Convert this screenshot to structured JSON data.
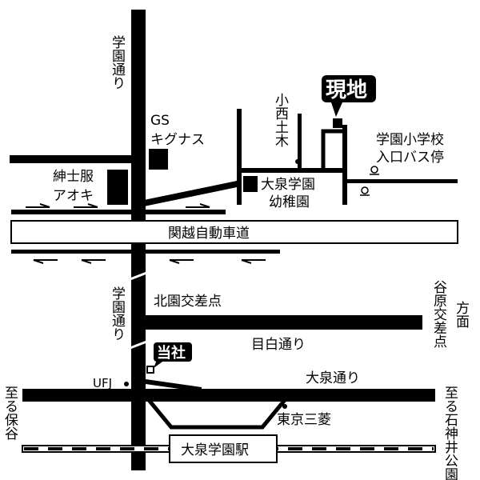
{
  "labels": {
    "gakuen_dori_top": "学園通り",
    "gakuen_dori_mid": "学園通り",
    "gs_line1": "GS",
    "gs_line2": "キグナス",
    "shinshifuku_line1": "紳士服",
    "shinshifuku_line2": "アオキ",
    "konishi_doboku": "小西土木",
    "genchi": "現地",
    "school_bus_line1": "学園小学校",
    "school_bus_line2": "入口バス停",
    "kindergarten_line1": "大泉学園",
    "kindergarten_line2": "幼稚園",
    "expressway": "関越自動車道",
    "yahara_kosaten": "谷原交差点",
    "houmen": "方面",
    "kitazono_kosaten": "北園交差点",
    "mejiro_dori": "目白通り",
    "tousha": "当社",
    "ufj": "UFJ",
    "oizumi_dori": "大泉通り",
    "itaru_hoya": "至る保谷",
    "itaru_shakujii": "至る石神井公園",
    "tokyo_mitsubishi": "東京三菱",
    "station": "大泉学園駅"
  },
  "colors": {
    "road": "#000000",
    "background": "#ffffff"
  }
}
